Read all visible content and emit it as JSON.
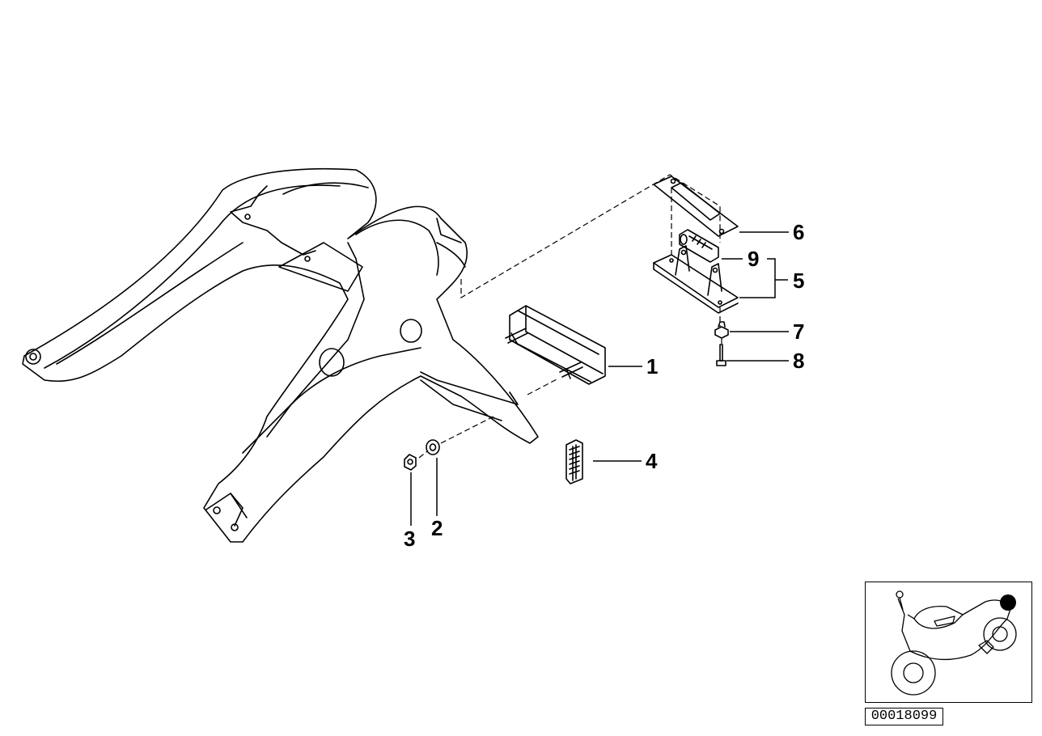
{
  "callouts": {
    "c1": "1",
    "c2": "2",
    "c3": "3",
    "c4": "4",
    "c5": "5",
    "c6": "6",
    "c7": "7",
    "c8": "8",
    "c9": "9"
  },
  "drawing_number": "00018099",
  "highlight_color": "#000000"
}
